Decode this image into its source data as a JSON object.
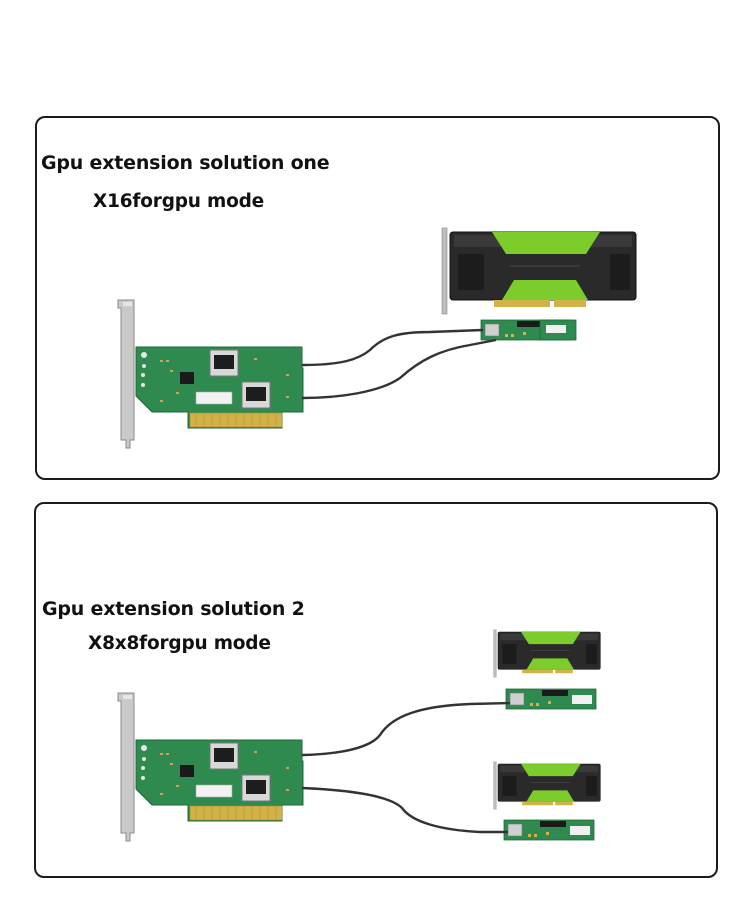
{
  "solution_one": {
    "title": "Gpu extension solution one",
    "mode": "X16forgpu mode"
  },
  "solution_two": {
    "title": "Gpu extension solution 2",
    "mode": "X8x8forgpu mode"
  },
  "colors": {
    "pcb_green": "#2f8a4f",
    "gpu_accent_green": "#7ccc2c",
    "gpu_body": "#2a2a2a",
    "gold_contacts": "#d4b24a",
    "cable": "#333333",
    "panel_border": "#1b1b1b"
  },
  "icons": [
    "pcie-adapter-card",
    "sff-8654-port",
    "gpu-card",
    "riser-board",
    "cable"
  ]
}
